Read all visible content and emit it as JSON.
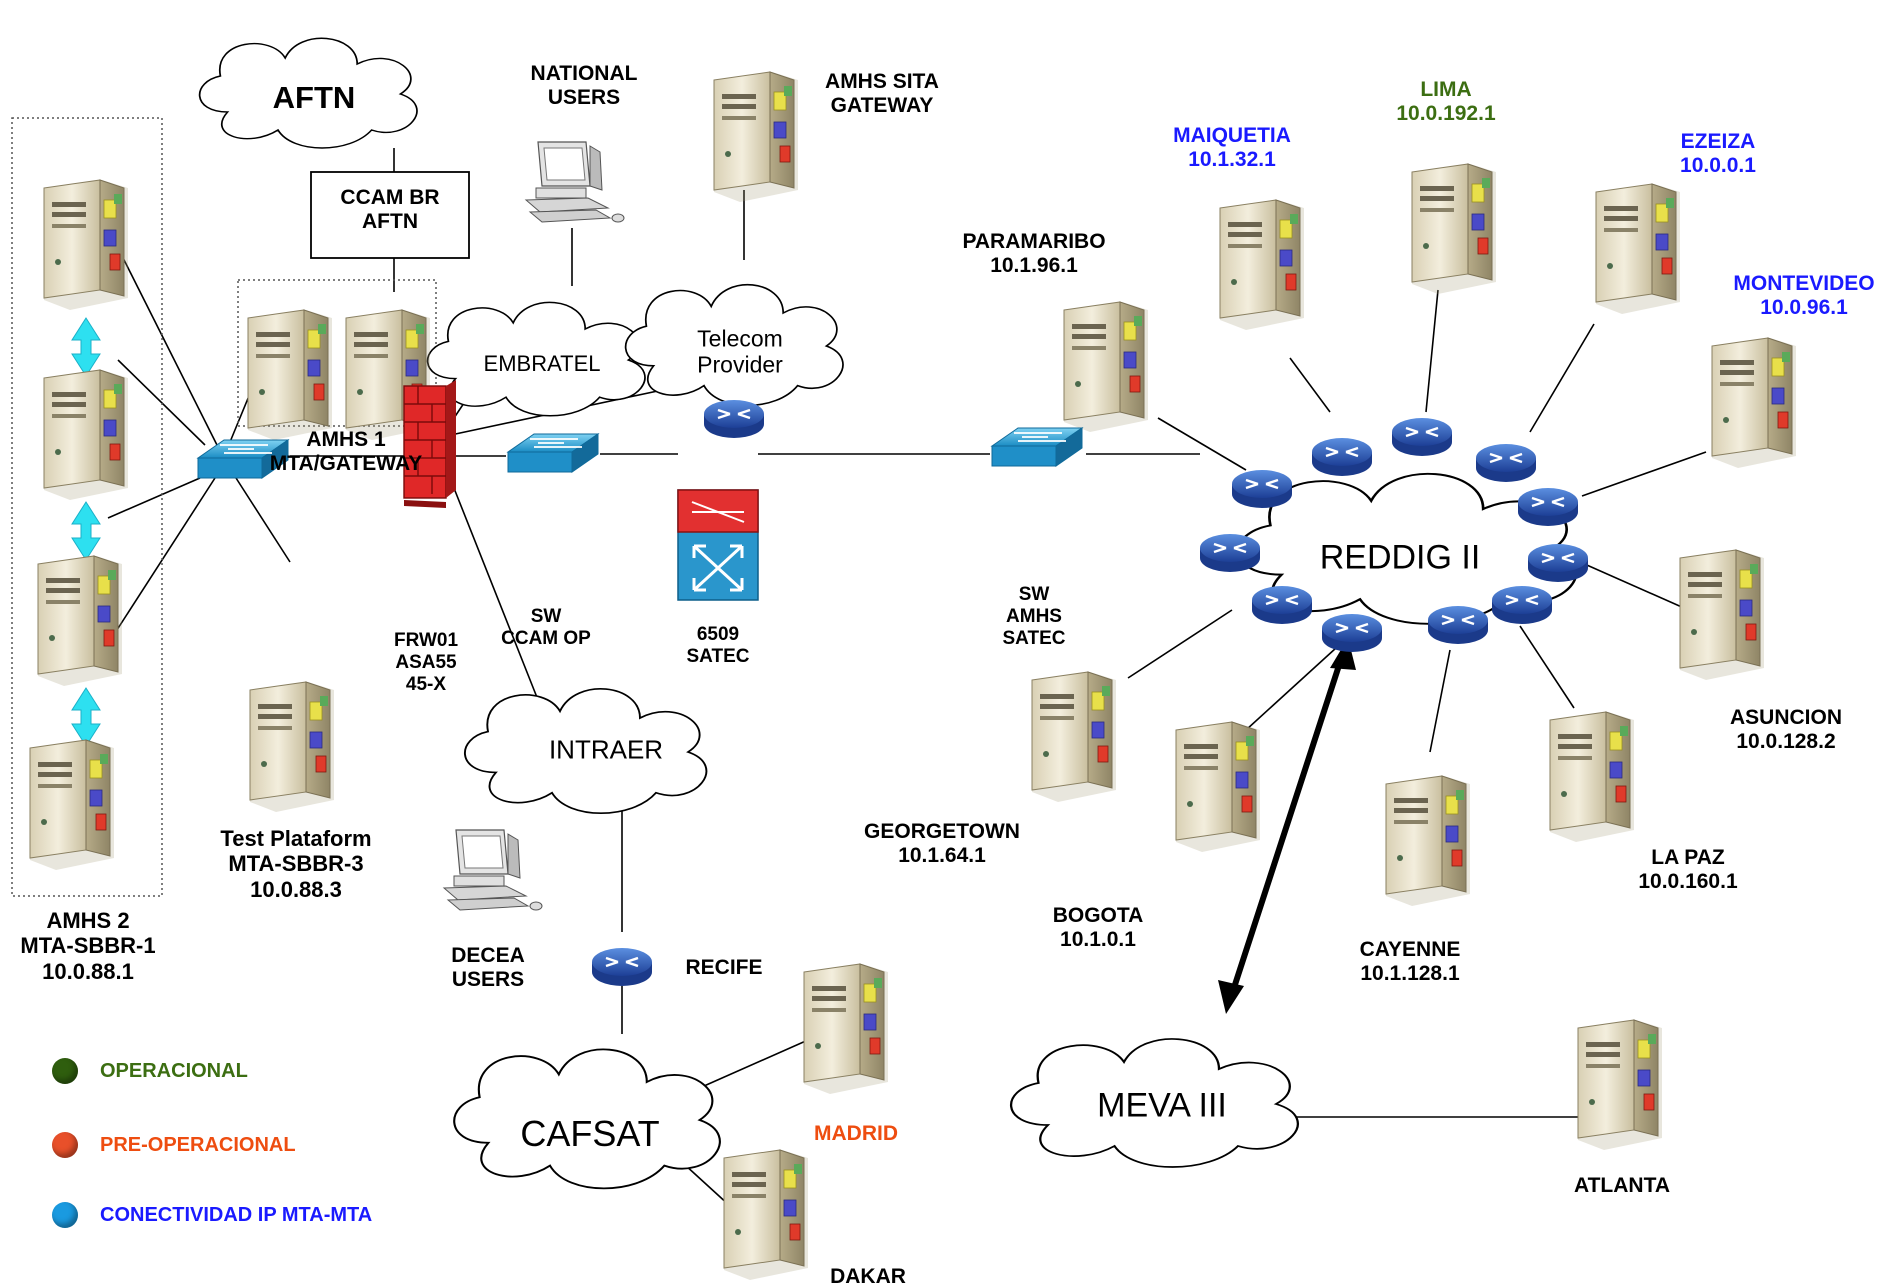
{
  "colors": {
    "operational": "#3c6e12",
    "pre_operational": "#ee4d10",
    "ip_connectivity": "#1a1aff",
    "router": "#2456b8",
    "switch": "#2aa6d8",
    "firewall": "#e02020",
    "arrow_cyan": "#2de0f0"
  },
  "clouds": {
    "aftn": "AFTN",
    "embratel": "EMBRATEL",
    "telecom": "Telecom Provider",
    "intraer": "INTRAER",
    "reddig": "REDDIG II",
    "cafsat": "CAFSAT",
    "meva": "MEVA III"
  },
  "boxes": {
    "ccam_br_aftn": [
      "CCAM BR",
      "AFTN"
    ]
  },
  "labels": {
    "national_users": [
      "NATIONAL",
      "USERS"
    ],
    "amhs_sita": [
      "AMHS SITA",
      "GATEWAY"
    ],
    "amhs1": [
      "AMHS 1",
      "MTA/GATEWAY"
    ],
    "amhs2": [
      "AMHS 2",
      "MTA-SBBR-1",
      "10.0.88.1"
    ],
    "test_platform": [
      "Test Plataform",
      "MTA-SBBR-3",
      "10.0.88.3"
    ],
    "frw01": [
      "FRW01",
      "ASA55",
      "45-X"
    ],
    "sw_ccam": [
      "SW",
      "CCAM OP"
    ],
    "c6509": [
      "6509",
      "SATEC"
    ],
    "sw_amhs": [
      "SW",
      "AMHS",
      "SATEC"
    ],
    "decea_users": [
      "DECEA",
      "USERS"
    ],
    "recife": "RECIFE",
    "madrid": "MADRID",
    "dakar": "DAKAR",
    "atlanta": "ATLANTA"
  },
  "sites": {
    "paramaribo": {
      "name": "PARAMARIBO",
      "ip": "10.1.96.1",
      "status": "none"
    },
    "maiquetia": {
      "name": "MAIQUETIA",
      "ip": "10.1.32.1",
      "status": "ip"
    },
    "lima": {
      "name": "LIMA",
      "ip": "10.0.192.1",
      "status": "operational"
    },
    "ezeiza": {
      "name": "EZEIZA",
      "ip": "10.0.0.1",
      "status": "ip"
    },
    "montevideo": {
      "name": "MONTEVIDEO",
      "ip": "10.0.96.1",
      "status": "ip"
    },
    "asuncion": {
      "name": "ASUNCION",
      "ip": "10.0.128.2",
      "status": "none"
    },
    "lapaz": {
      "name": "LA PAZ",
      "ip": "10.0.160.1",
      "status": "none"
    },
    "cayenne": {
      "name": "CAYENNE",
      "ip": "10.1.128.1",
      "status": "none"
    },
    "bogota": {
      "name": "BOGOTA",
      "ip": "10.1.0.1",
      "status": "none"
    },
    "georgetown": {
      "name": "GEORGETOWN",
      "ip": "10.1.64.1",
      "status": "none"
    }
  },
  "legend": [
    {
      "label": "OPERACIONAL",
      "color": "#3c6e12"
    },
    {
      "label": "PRE-OPERACIONAL",
      "color": "#ee4d10"
    },
    {
      "label": "CONECTIVIDAD IP MTA-MTA",
      "color": "#1a9ae0"
    }
  ]
}
